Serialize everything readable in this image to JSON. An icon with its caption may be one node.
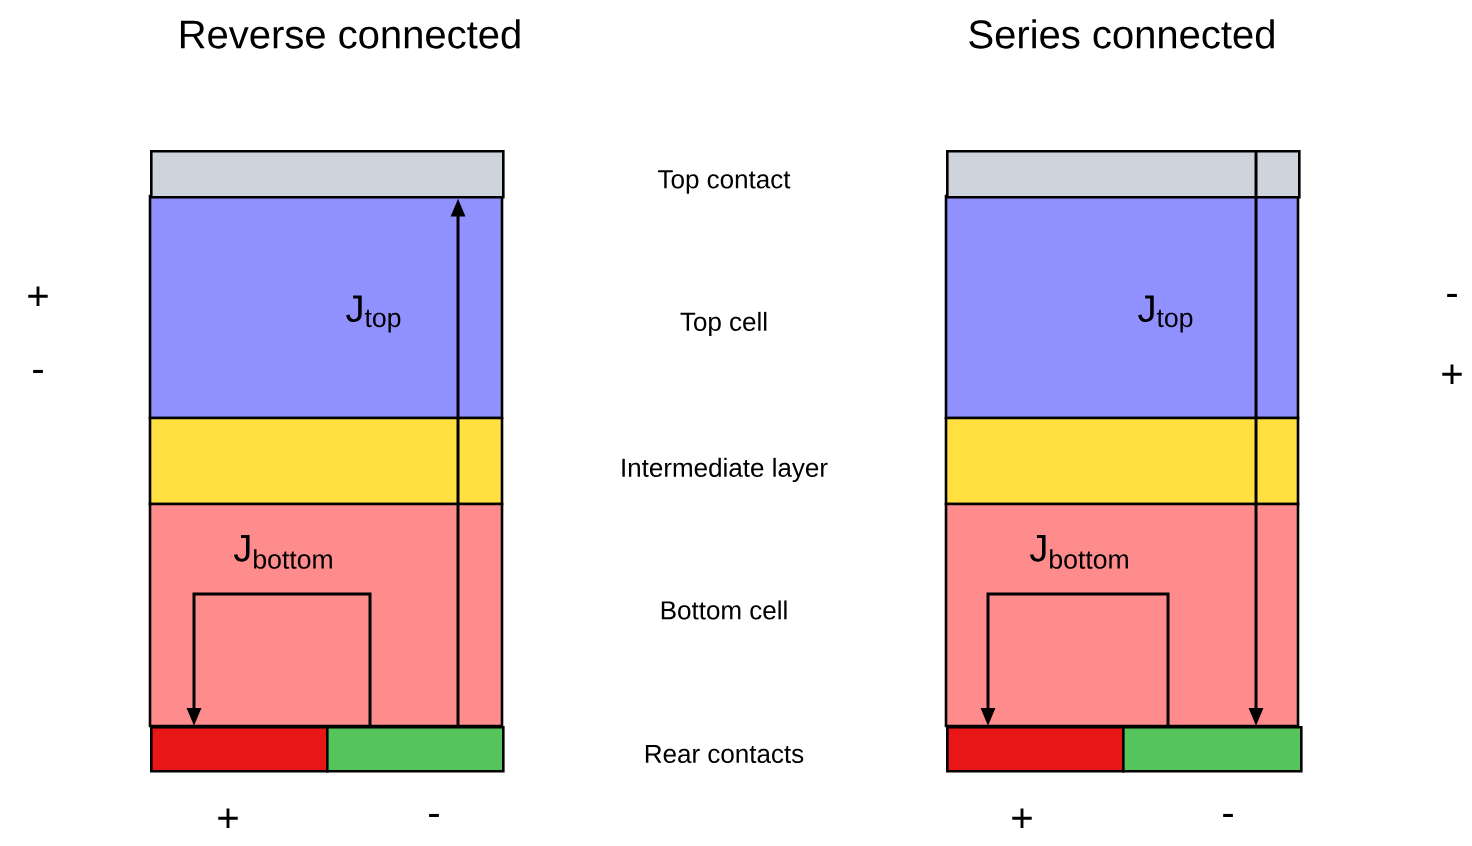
{
  "diagram": {
    "nodes": [
      {
        "text": [],
        "shape": "bar"
      },
      {
        "text": [],
        "shape": "bar"
      },
      {
        "text": [],
        "shape": "bar"
      },
      {
        "text": [],
        "shape": "bar"
      },
      {
        "text": [],
        "shape": "bar"
      },
      {
        "text": [],
        "shape": "bar"
      }
    ],
    "edges": [
      {
        "from": 2,
        "to": 0,
        "arrow": "to",
        "label": "J$_{top}$"
      },
      {
        "from": 2,
        "to": 1,
        "arrow": "to",
        "label": "J$_{bottom}$"
      },
      {
        "from": 3,
        "to": 5,
        "arrow": "to",
        "label": "J$_{top}$"
      },
      {
        "from": 5,
        "to": 4,
        "arrow": "to",
        "label": "J$_{bottom}$"
      }
    ],
    "labels": [
      "Reverse connected",
      "Series connected",
      "Top contact",
      "+",
      "Top cell",
      "-",
      "-",
      "+",
      "Intermediate layer",
      "Bottom cell",
      "Rear contacts",
      "+",
      "-",
      "+",
      "-"
    ]
  }
}
